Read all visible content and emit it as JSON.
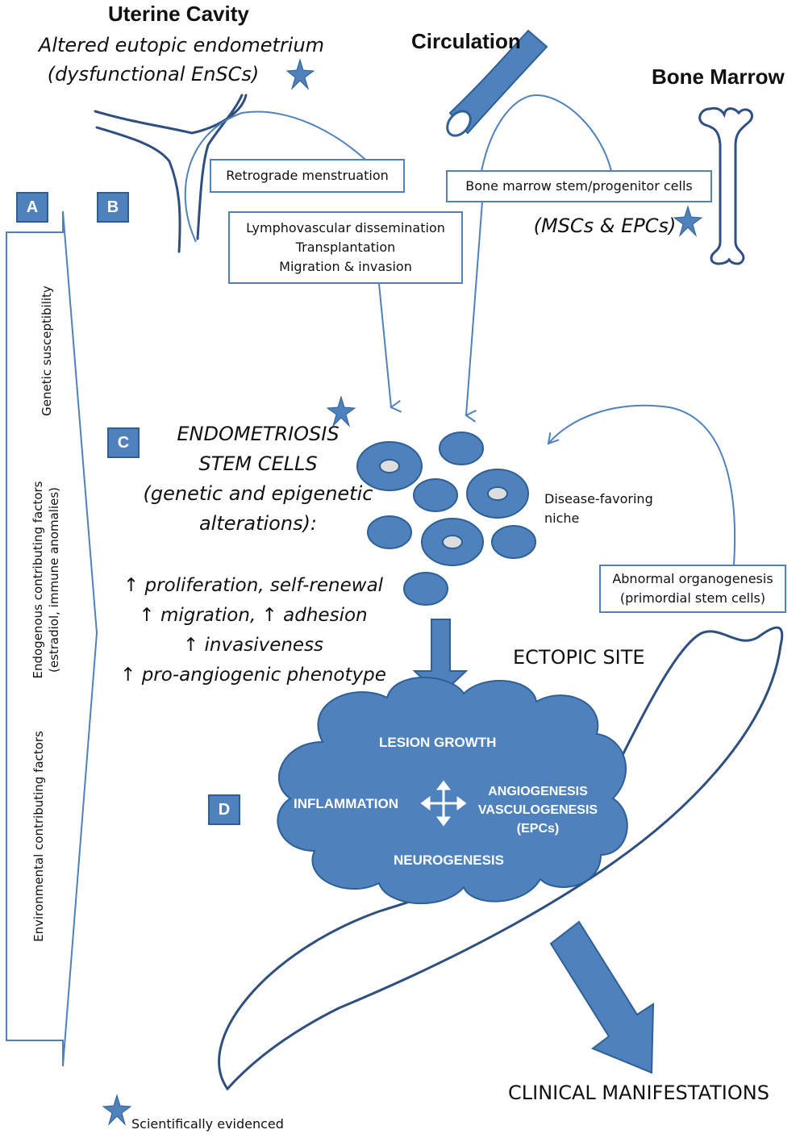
{
  "sources": {
    "uterine_cavity": {
      "title": "Uterine Cavity",
      "subtitle_line1": "Altered eutopic endometrium",
      "subtitle_line2": "(dysfunctional EnSCs)"
    },
    "circulation": {
      "title": "Circulation"
    },
    "bone_marrow": {
      "title": "Bone Marrow"
    }
  },
  "boxes": {
    "retrograde": "Retrograde menstruation",
    "lymphovascular": [
      "Lymphovascular dissemination",
      "Transplantation",
      "Migration & invasion"
    ],
    "bone_marrow_cells": "Bone marrow stem/progenitor cells",
    "msc_epc": "(MSCs & EPCs)",
    "organogenesis": [
      "Abnormal organogenesis",
      "(primordial stem cells)"
    ]
  },
  "section_labels": {
    "a": "A",
    "b": "B",
    "c": "C",
    "d": "D"
  },
  "factors": {
    "genetic": "Genetic susceptibility",
    "endogenous_line1": "Endogenous contributing factors",
    "endogenous_line2": "(estradiol, immune anomalies)",
    "environmental": "Environmental contributing factors"
  },
  "stem_cells": {
    "title_line1": "ENDOMETRIOSIS",
    "title_line2": "STEM CELLS",
    "title_line3": "(genetic and epigenetic",
    "title_line4": "alterations):",
    "effects": [
      "↑ proliferation, self-renewal",
      "↑ migration, ↑ adhesion",
      "↑ invasiveness",
      "↑ pro-angiogenic phenotype"
    ]
  },
  "niche": {
    "line1": "Disease-favoring",
    "line2": "niche"
  },
  "ectopic_site": "ECTOPIC SITE",
  "lesion": {
    "growth": "LESION GROWTH",
    "inflammation": "INFLAMMATION",
    "angiogenesis": "ANGIOGENESIS",
    "vasculogenesis": "VASCULOGENESIS",
    "epcs": "(EPCs)",
    "neurogenesis": "NEUROGENESIS"
  },
  "clinical": "CLINICAL MANIFESTATIONS",
  "legend": {
    "label": "Scientifically evidenced",
    "icon": "star-icon"
  },
  "colors": {
    "accent": "#4f81bd",
    "dark_line": "#2e4f7f",
    "text": "#111111"
  }
}
